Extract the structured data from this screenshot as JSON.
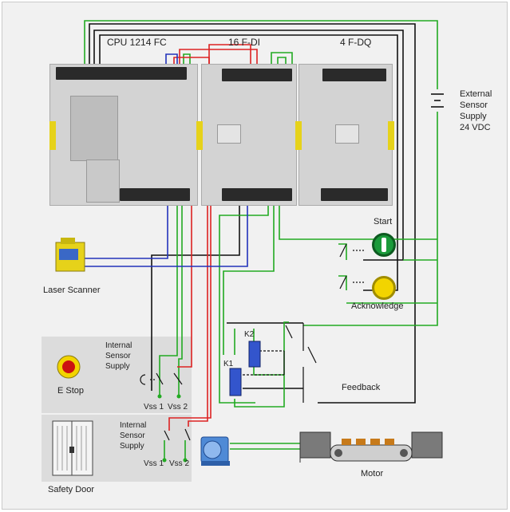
{
  "header": {
    "cpu_label": "CPU 1214 FC",
    "di_label": "16 F-DI",
    "dq_label": "4 F-DQ"
  },
  "supply": {
    "line1": "External",
    "line2": "Sensor",
    "line3": "Supply",
    "line4": "24 VDC"
  },
  "devices": {
    "laser_scanner": "Laser Scanner",
    "start": "Start",
    "acknowledge": "Acknowledge",
    "e_stop": "E Stop",
    "safety_door": "Safety Door",
    "feedback": "Feedback",
    "motor": "Motor",
    "k1": "K1",
    "k2": "K2"
  },
  "internal_supply_top": {
    "line1": "Internal",
    "line2": "Sensor",
    "line3": "Supply",
    "vss1": "Vss 1",
    "vss2": "Vss 2"
  },
  "internal_supply_bottom": {
    "line1": "Internal",
    "line2": "Sensor",
    "line3": "Supply",
    "vss1": "Vss 1",
    "vss2": "Vss 2"
  },
  "colors": {
    "green_wire": "#22aa22",
    "red_wire": "#dd2222",
    "blue_wire": "#2233bb",
    "black_wire": "#111111",
    "start_button": "#1a9a3a",
    "ack_button": "#f2d400",
    "estop": "#cc1111",
    "module_yellow": "#e6d21a"
  }
}
